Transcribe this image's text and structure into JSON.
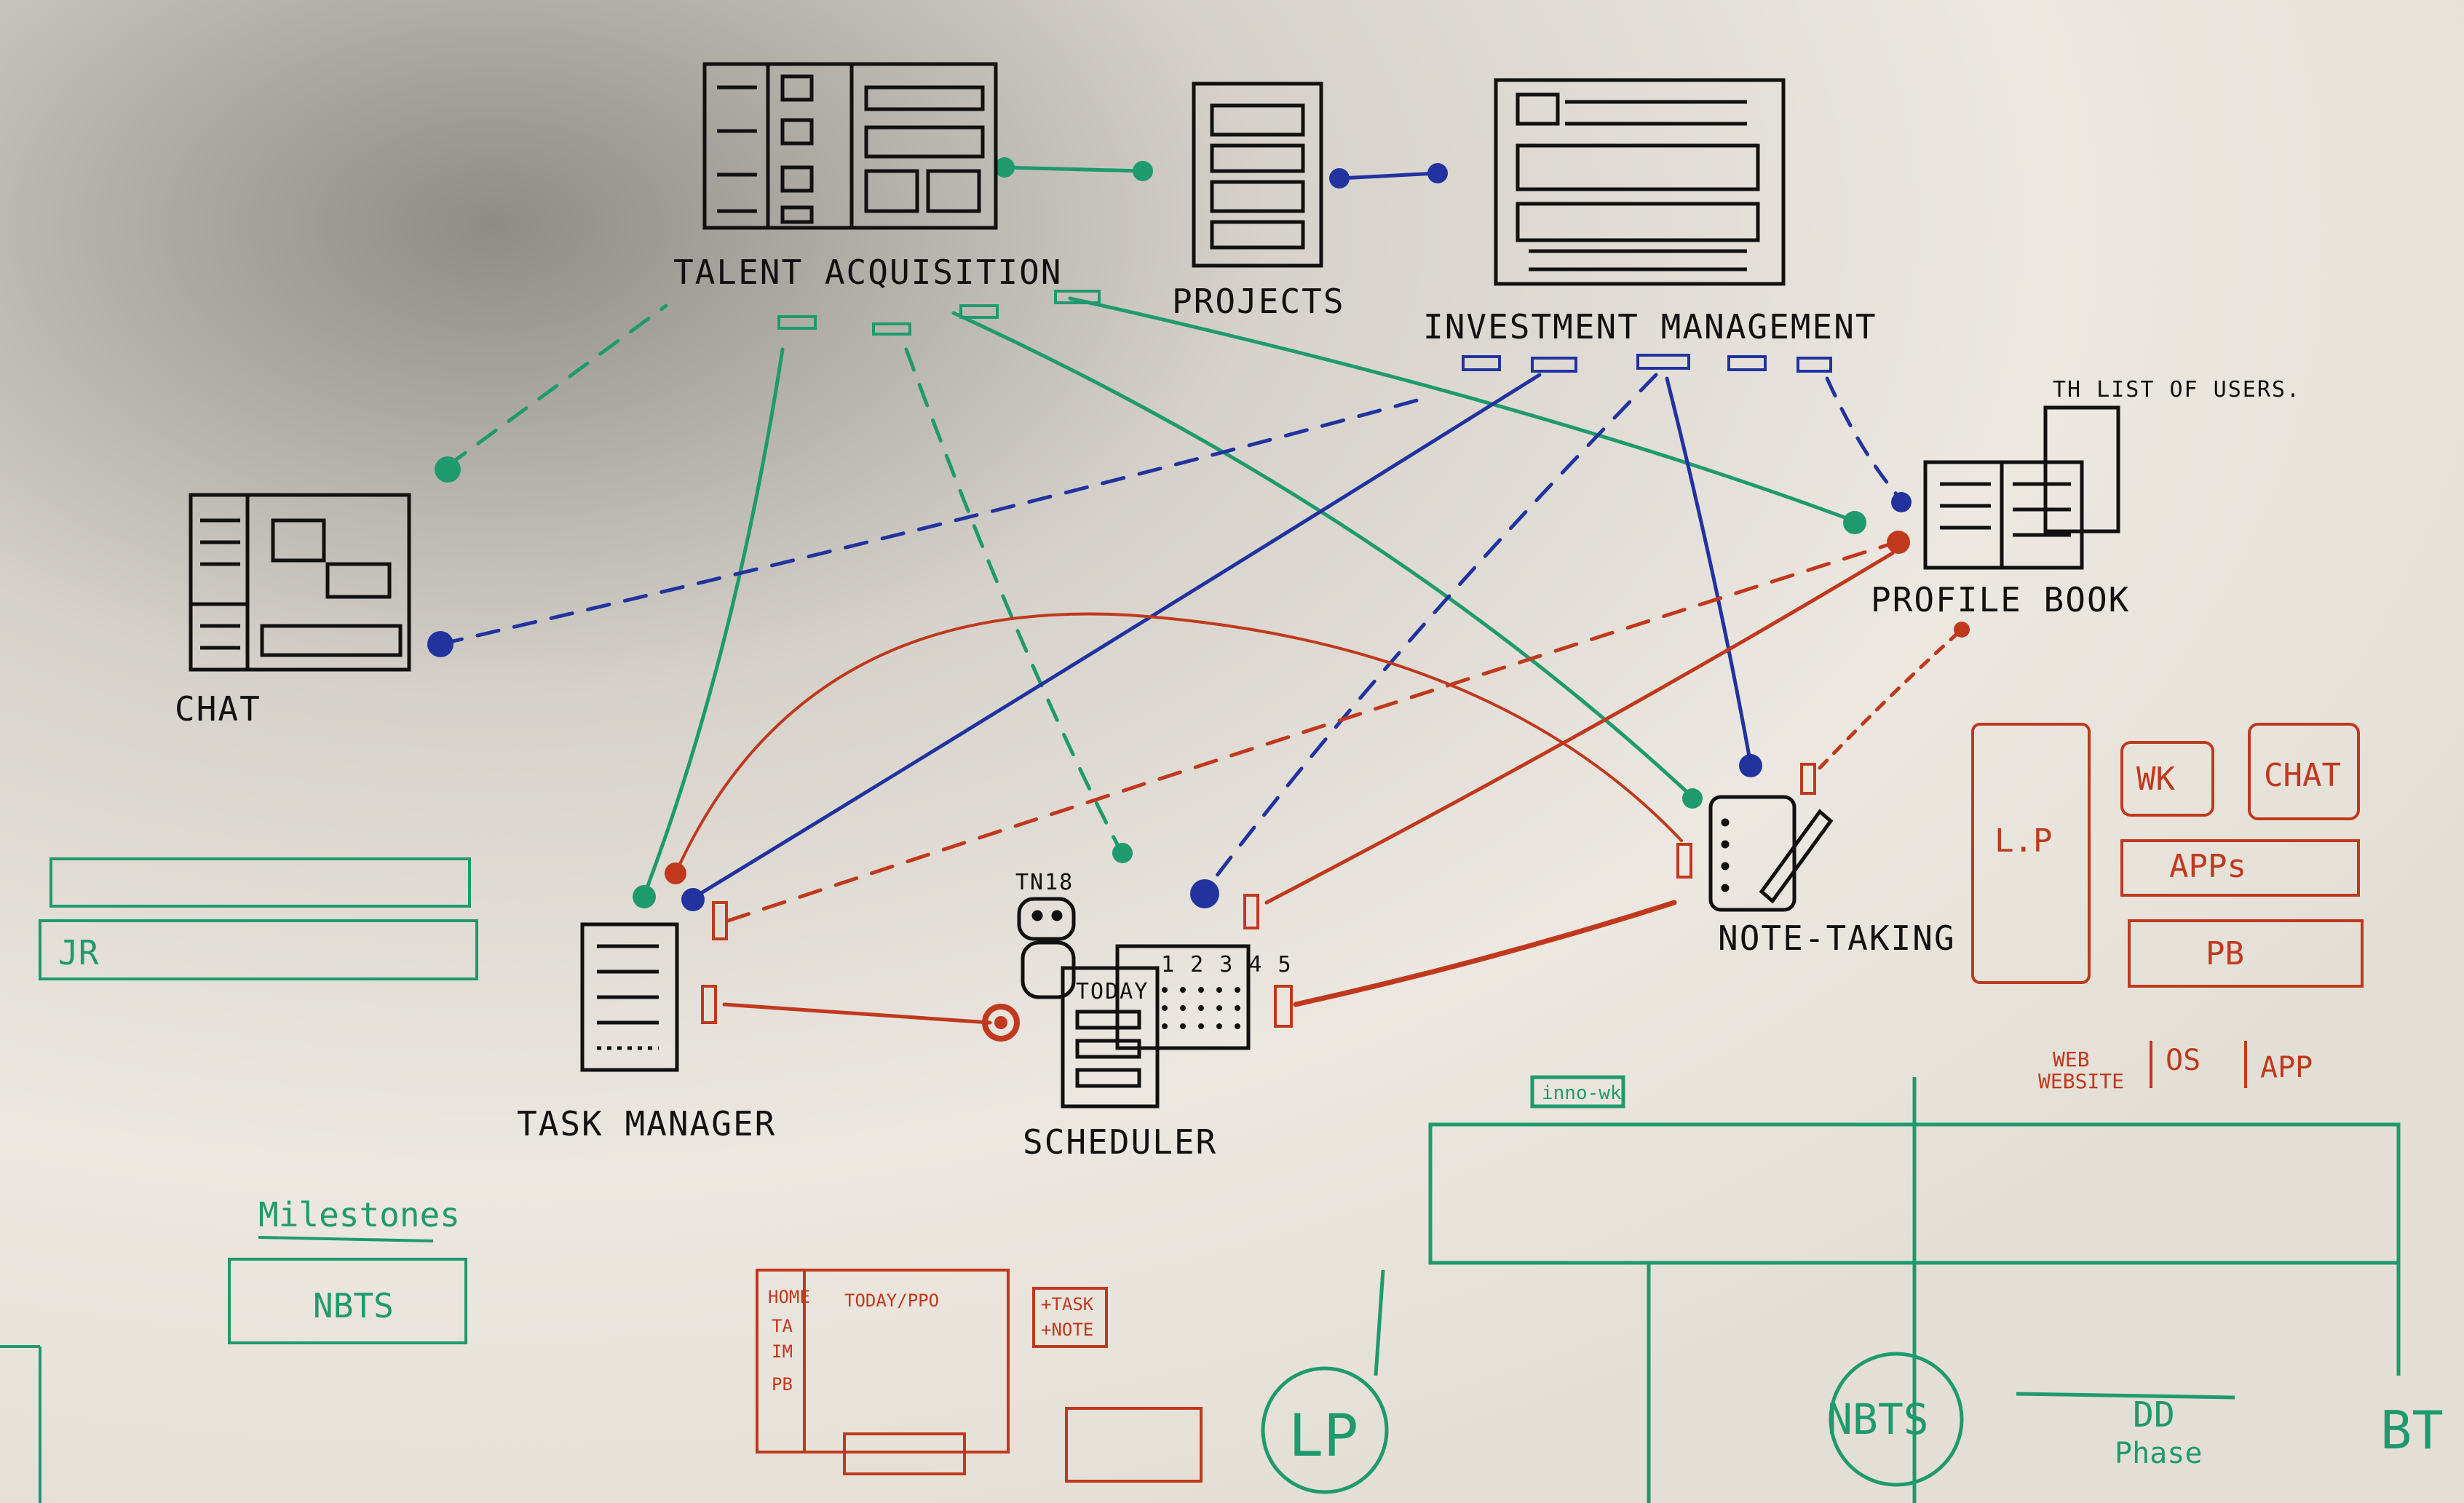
{
  "colors": {
    "board": "#efebe4",
    "ink": "#111111",
    "green": "#1f9a6e",
    "blue": "#2233a0",
    "red": "#c0391d"
  },
  "nodes": {
    "talent": "TALENT ACQUISITION",
    "projects": "PROJECTS",
    "investment": "INVESTMENT MANAGEMENT",
    "chat": "CHAT",
    "profile": "PROFILE BOOK",
    "profile_note": "TH LIST OF USERS.",
    "notetaking": "NOTE-TAKING",
    "taskmanager": "TASK MANAGER",
    "scheduler": "SCHEDULER",
    "scheduler_tag": "TN18",
    "today": "TODAY",
    "calendar_row": "1 2 3 4 5"
  },
  "right_sketch": {
    "lp": "L.P",
    "wk": "WK",
    "chat": "CHAT",
    "apps": "APPs",
    "pb": "PB",
    "web": "WEB",
    "website": "WEBSITE",
    "os": "OS",
    "app": "APP"
  },
  "left_sketch": {
    "jr": "JR",
    "milestones": "Milestones",
    "nbts": "NBTS"
  },
  "wireframe": {
    "home": "HOME",
    "ta": "TA",
    "im": "IM",
    "pb": "PB",
    "today": "TODAY/PPO",
    "task": "+TASK",
    "note": "+NOTE"
  },
  "timeline": {
    "lp": "LP",
    "nbts": "NBTS",
    "dd": "DD",
    "phase": "Phase",
    "bt": "BT"
  },
  "wk_tag": "inno-wk"
}
